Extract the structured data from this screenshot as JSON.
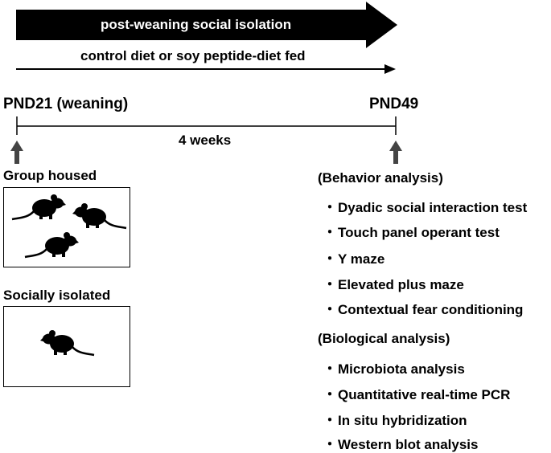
{
  "top_arrow_label": "post-weaning social isolation",
  "diet_arrow_label": "control diet or soy peptide-diet fed",
  "timeline": {
    "start_label": "PND21 (weaning)",
    "end_label": "PND49",
    "duration_label": "4 weeks"
  },
  "groups": {
    "group_housed_label": "Group housed",
    "isolated_label": "Socially isolated",
    "group_housed_mouse_count": 3,
    "isolated_mouse_count": 1
  },
  "behavior": {
    "heading": "(Behavior analysis)",
    "bullet": "・",
    "items": [
      "Dyadic social interaction test",
      "Touch panel operant test",
      "Y maze",
      "Elevated plus maze",
      "Contextual fear conditioning"
    ]
  },
  "biological": {
    "heading": "(Biological analysis)",
    "bullet": "・",
    "items": [
      "Microbiota analysis",
      "Quantitative real-time PCR",
      "In situ hybridization",
      "Western blot analysis"
    ]
  },
  "colors": {
    "ink": "#000000",
    "arrow_gray": "#444444",
    "background": "#ffffff"
  }
}
